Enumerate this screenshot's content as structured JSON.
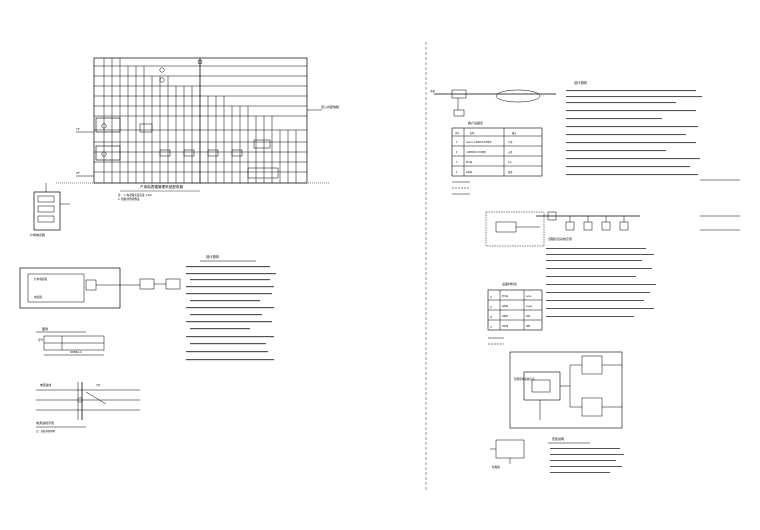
{
  "labels": {
    "riser_title": "户用电表箱管理系统配电箱",
    "meter_box_title": "户用电表箱",
    "mid_table_title": "各户设备表",
    "right_top_title": "设计说明",
    "right_mid_title": "远程抄表系统示意",
    "right_low_title": "智能配电系统示意",
    "right_table_title": "设备材料表",
    "legend_label": "图例",
    "bottom_left_title": "电源进线示意",
    "center_notes_title": "设计说明",
    "bottom_right_title": "安装说明"
  },
  "mid_table": {
    "header": [
      "序号",
      "名称",
      "备注"
    ],
    "rows": [
      [
        "1",
        "DD862-4 单相电子式电能表",
        "户用"
      ],
      [
        "2",
        "三相四线电子式电能表",
        "公用"
      ],
      [
        "3",
        "集中器",
        "1台"
      ],
      [
        "4",
        "采集器",
        "按需"
      ]
    ]
  },
  "right_table": {
    "rows": [
      [
        "集中器",
        "GPRS",
        "台"
      ],
      [
        "采集器",
        "RS485",
        "台"
      ],
      [
        "电能表",
        "单相",
        "块"
      ],
      [
        "电表箱",
        "成套",
        "台"
      ]
    ]
  },
  "colors": {
    "line": "#000000",
    "paper": "#ffffff"
  }
}
